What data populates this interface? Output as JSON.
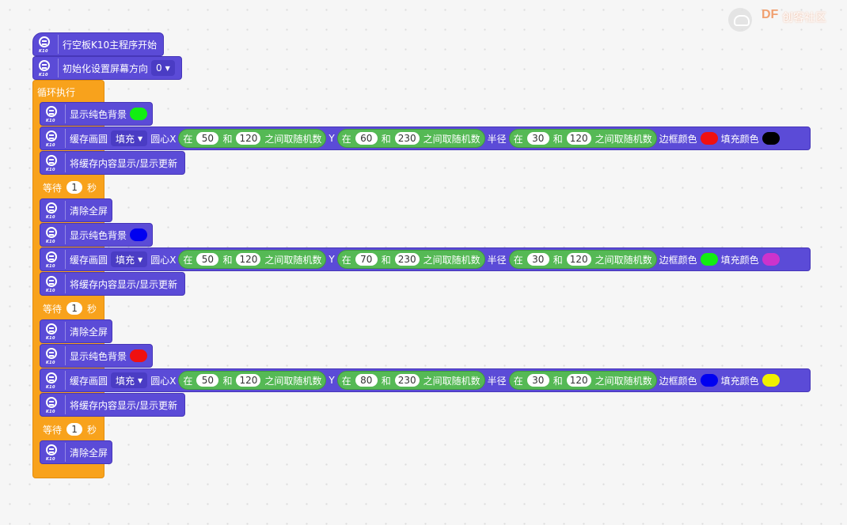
{
  "watermark": {
    "brand": "DF",
    "sub": "创客社区"
  },
  "icon_label": "K10",
  "hat_label": "行空板K10主程序开始",
  "init": {
    "label": "初始化设置屏幕方向",
    "value": "0"
  },
  "loop_label": "循环执行",
  "labels": {
    "show_bg": "显示纯色背景",
    "cache_circle": "缓存画圆",
    "center_x": "圆心X",
    "y": "Y",
    "radius": "半径",
    "border_color": "边框颜色",
    "fill_color": "填充颜色",
    "update": "将缓存内容显示/显示更新",
    "clear": "清除全屏",
    "wait": "等待",
    "seconds": "秒",
    "rand_in": "在",
    "rand_and": "和",
    "rand_suffix": "之间取随机数"
  },
  "sections": [
    {
      "bg_color": "#12ee12",
      "mode": "填充",
      "x_min": "50",
      "x_max": "120",
      "y_min": "60",
      "y_max": "230",
      "r_min": "30",
      "r_max": "120",
      "border_color": "#f01010",
      "fill_color": "#000000",
      "wait": "1"
    },
    {
      "bg_color": "#0000f0",
      "mode": "填充",
      "x_min": "50",
      "x_max": "120",
      "y_min": "70",
      "y_max": "230",
      "r_min": "30",
      "r_max": "120",
      "border_color": "#12ee12",
      "fill_color": "#cc33cc",
      "wait": "1"
    },
    {
      "bg_color": "#f01010",
      "mode": "填充",
      "x_min": "50",
      "x_max": "120",
      "y_min": "80",
      "y_max": "230",
      "r_min": "30",
      "r_max": "120",
      "border_color": "#0000f0",
      "fill_color": "#f0f000",
      "wait": "1"
    }
  ]
}
